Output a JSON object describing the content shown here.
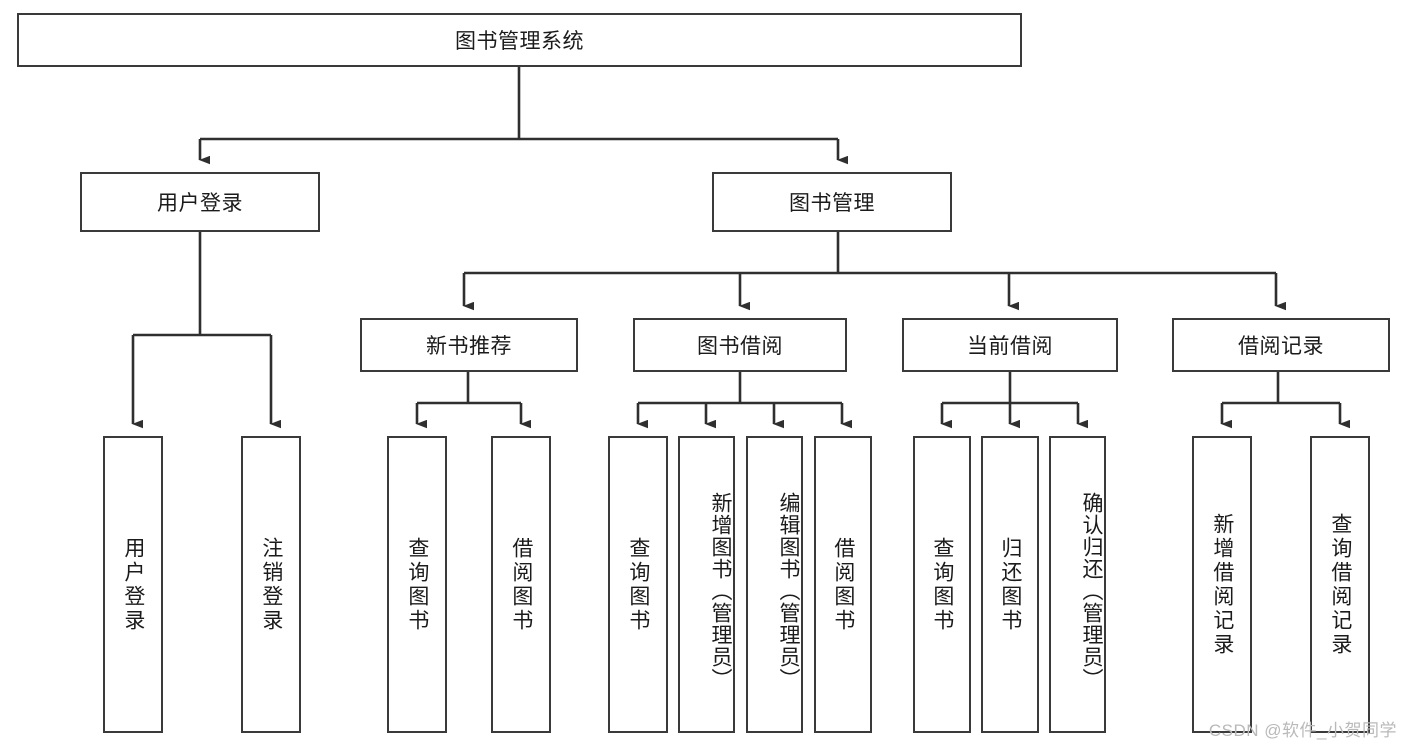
{
  "diagram": {
    "type": "tree-hierarchy",
    "title": "图书管理系统",
    "root": {
      "id": "root",
      "label": "图书管理系统"
    },
    "level1": [
      {
        "id": "user-login",
        "label": "用户登录"
      },
      {
        "id": "book-manage",
        "label": "图书管理"
      }
    ],
    "level2": [
      {
        "id": "new-book-rec",
        "label": "新书推荐",
        "parent": "book-manage"
      },
      {
        "id": "book-borrow",
        "label": "图书借阅",
        "parent": "book-manage"
      },
      {
        "id": "current-borrow",
        "label": "当前借阅",
        "parent": "book-manage"
      },
      {
        "id": "borrow-record",
        "label": "借阅记录",
        "parent": "book-manage"
      }
    ],
    "leaves": {
      "user_login": [
        {
          "id": "leaf-user-login",
          "label": "用户登录"
        },
        {
          "id": "leaf-user-logout",
          "label": "注销登录"
        }
      ],
      "new_book_rec": [
        {
          "id": "leaf-query-book-1",
          "label": "查询图书"
        },
        {
          "id": "leaf-borrow-book-1",
          "label": "借阅图书"
        }
      ],
      "book_borrow": [
        {
          "id": "leaf-query-book-2",
          "label": "查询图书"
        },
        {
          "id": "leaf-add-book",
          "label": "新增图书（管理员）"
        },
        {
          "id": "leaf-edit-book",
          "label": "编辑图书（管理员）"
        },
        {
          "id": "leaf-borrow-book-2",
          "label": "借阅图书"
        }
      ],
      "current_borrow": [
        {
          "id": "leaf-query-book-3",
          "label": "查询图书"
        },
        {
          "id": "leaf-return-book",
          "label": "归还图书"
        },
        {
          "id": "leaf-confirm-return",
          "label": "确认归还（管理员）"
        }
      ],
      "borrow_record": [
        {
          "id": "leaf-add-record",
          "label": "新增借阅记录"
        },
        {
          "id": "leaf-query-record",
          "label": "查询借阅记录"
        }
      ]
    }
  },
  "watermark": {
    "text": "CSDN @软件_小贺同学"
  },
  "colors": {
    "border": "#3a3a3a",
    "fill": "#ffffff",
    "text": "#1b1b1b",
    "watermark": "#b9b9b9",
    "edge": "#2f2f2f"
  }
}
